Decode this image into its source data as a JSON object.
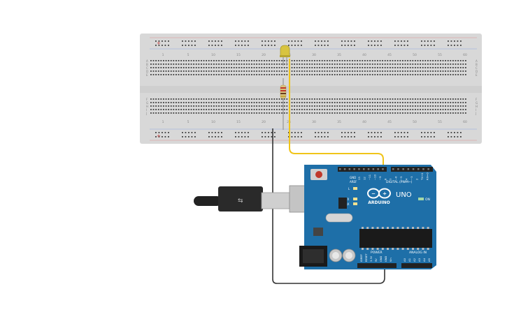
{
  "breadboard": {
    "column_numbers": [
      "1",
      "5",
      "10",
      "15",
      "20",
      "25",
      "30",
      "35",
      "40",
      "45",
      "50",
      "55",
      "60"
    ],
    "row_letters_top": [
      "A",
      "B",
      "C",
      "D",
      "E"
    ],
    "row_letters_bottom": [
      "F",
      "G",
      "H",
      "I",
      "J"
    ],
    "rail_plus": "+",
    "rail_minus": "-"
  },
  "components": {
    "led_color": "#d8c440",
    "resistor_color": "#d9c27f"
  },
  "wires": {
    "signal_color": "#f0c419",
    "ground_color": "#333333"
  },
  "arduino": {
    "board_color": "#1e6fa8",
    "brand": "ARDUINO",
    "model": "UNO",
    "digital_label": "DIGITAL (PWM~)",
    "power_label": "POWER",
    "analog_label": "ANALOG IN",
    "on_label": "ON",
    "l_label": "L",
    "tx_label": "TX",
    "rx_label": "RX",
    "aref_label": "AREF",
    "gnd_label": "GND",
    "digital_pins": [
      "13",
      "12",
      "~11",
      "~10",
      "~9",
      "8",
      "7",
      "~6",
      "~5",
      "4",
      "~3",
      "2",
      "TX→1",
      "RX←0"
    ],
    "power_pins": [
      "IOREF",
      "RESET",
      "3.3V",
      "5V",
      "GND",
      "GND",
      "Vin"
    ],
    "analog_pins": [
      "A0",
      "A1",
      "A2",
      "A3",
      "A4",
      "A5"
    ]
  }
}
